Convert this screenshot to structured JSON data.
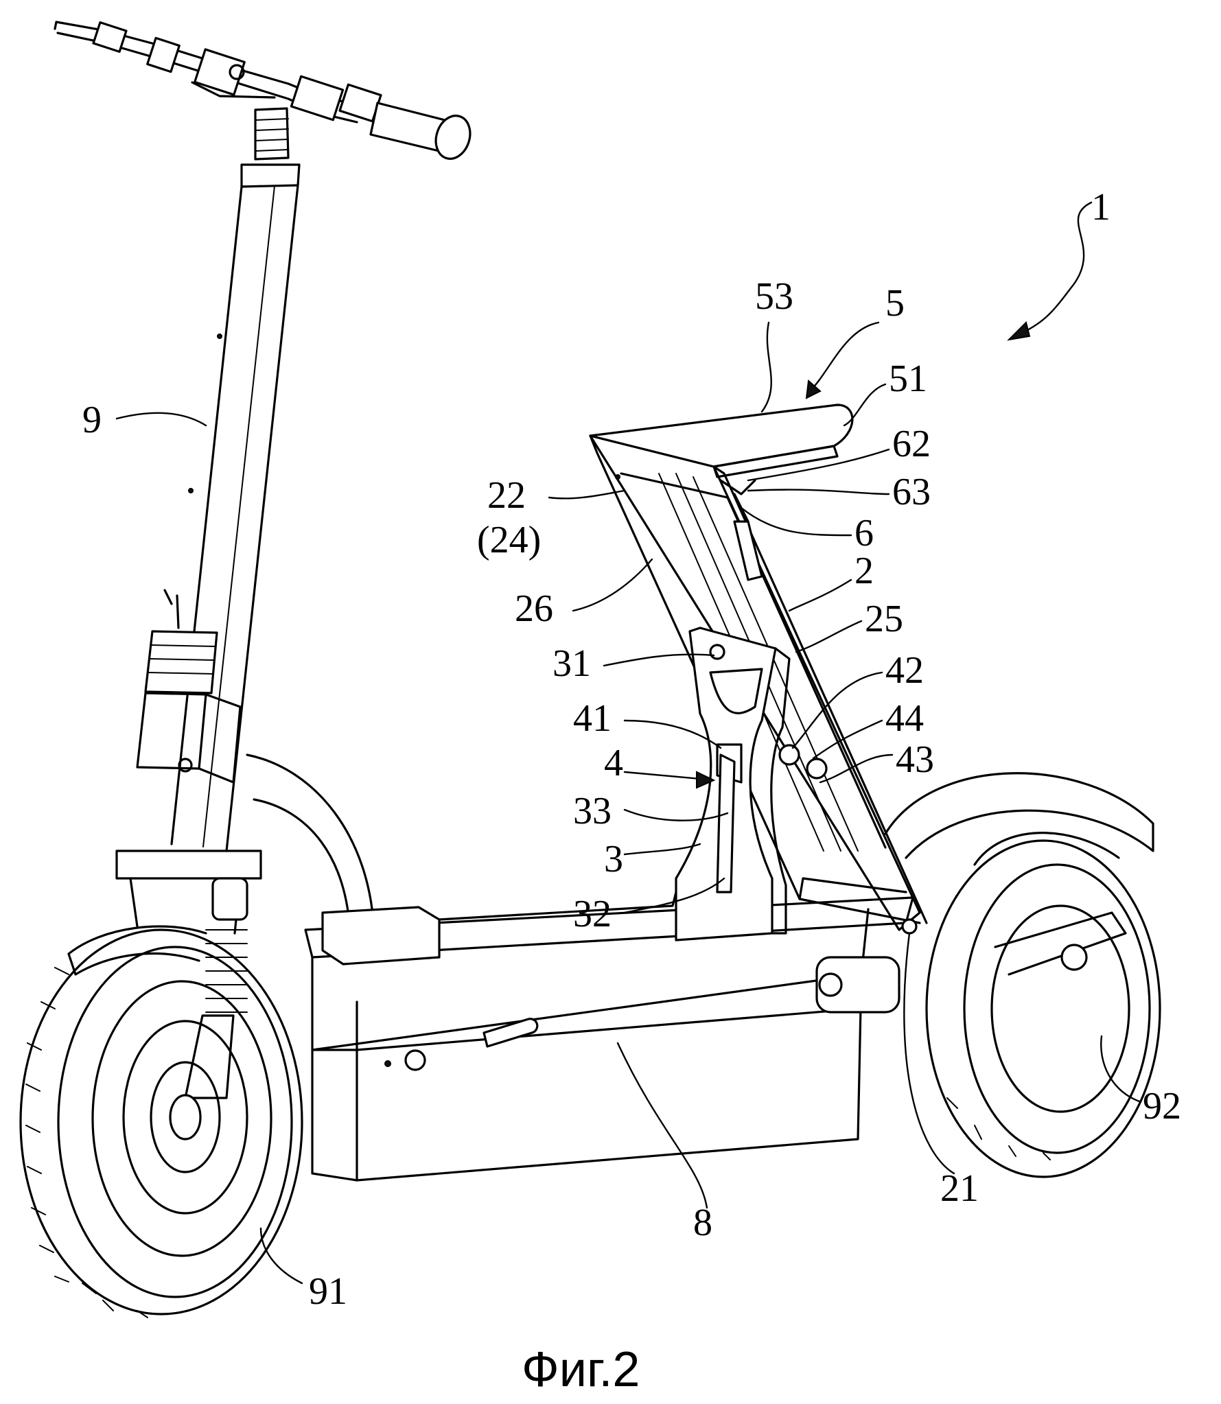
{
  "figure": {
    "caption": "Фиг.2"
  },
  "reference_numerals": {
    "scooter": "1",
    "seat_assembly": "5",
    "seat_top": "53",
    "seat_edge": "51",
    "mount_upper": "62",
    "mount_lower": "63",
    "mount": "6",
    "frame_panel": "22",
    "frame_panel_alt": "(24)",
    "frame_rail": "26",
    "frame": "2",
    "frame_side": "25",
    "support_top": "31",
    "pin_upper": "42",
    "lever_head": "41",
    "pin_mid": "44",
    "latch": "4",
    "pin_lower": "43",
    "support_slot": "33",
    "support": "3",
    "support_base": "32",
    "steering_column": "9",
    "deck": "8",
    "hinge": "21",
    "front_wheel": "91",
    "rear_wheel": "92"
  }
}
